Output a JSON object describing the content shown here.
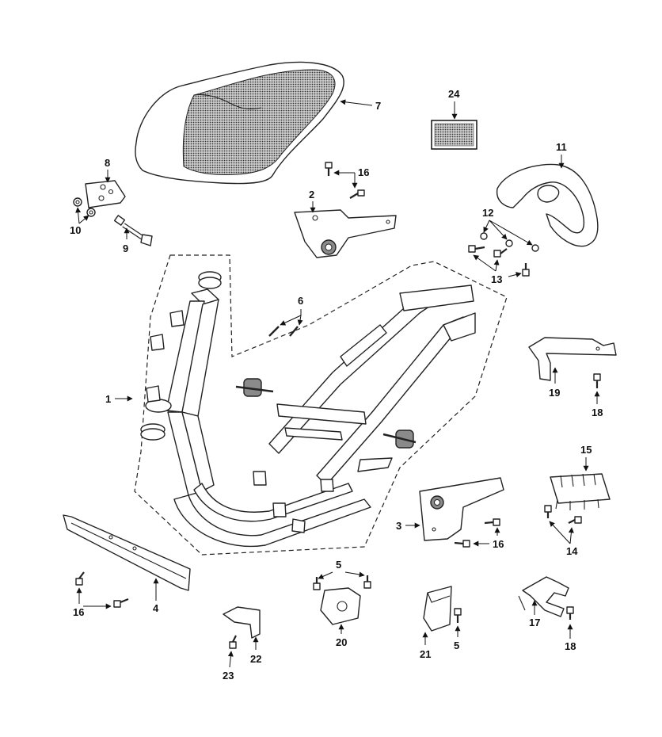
{
  "callouts": {
    "c1": "1",
    "c2": "2",
    "c3": "3",
    "c4": "4",
    "c5a": "5",
    "c5b": "5",
    "c6": "6",
    "c7": "7",
    "c8": "8",
    "c9": "9",
    "c10": "10",
    "c11": "11",
    "c12": "12",
    "c13": "13",
    "c14": "14",
    "c15": "15",
    "c16a": "16",
    "c16b": "16",
    "c16c": "16",
    "c17": "17",
    "c18a": "18",
    "c18b": "18",
    "c19": "19",
    "c20": "20",
    "c21": "21",
    "c22": "22",
    "c23": "23",
    "c24": "24"
  },
  "colors": {
    "line": "#222222",
    "shade": "#8a8a8a",
    "background": "#ffffff"
  }
}
